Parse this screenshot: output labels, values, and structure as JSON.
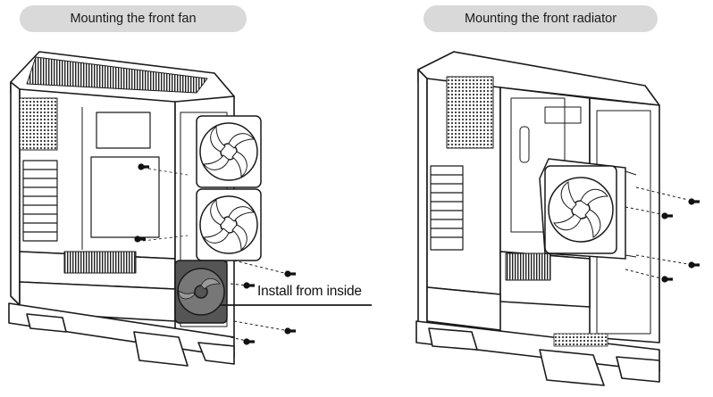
{
  "panels": [
    {
      "title": "Mounting the front fan"
    },
    {
      "title": "Mounting the front radiator"
    }
  ],
  "callout": {
    "text": "Install from inside"
  },
  "colors": {
    "pill_bg": "#d9d9d9",
    "line": "#1a1a1a",
    "fan_dark": "#666666"
  },
  "icons": [
    "pc-case",
    "case-fan",
    "radiator",
    "screw"
  ]
}
